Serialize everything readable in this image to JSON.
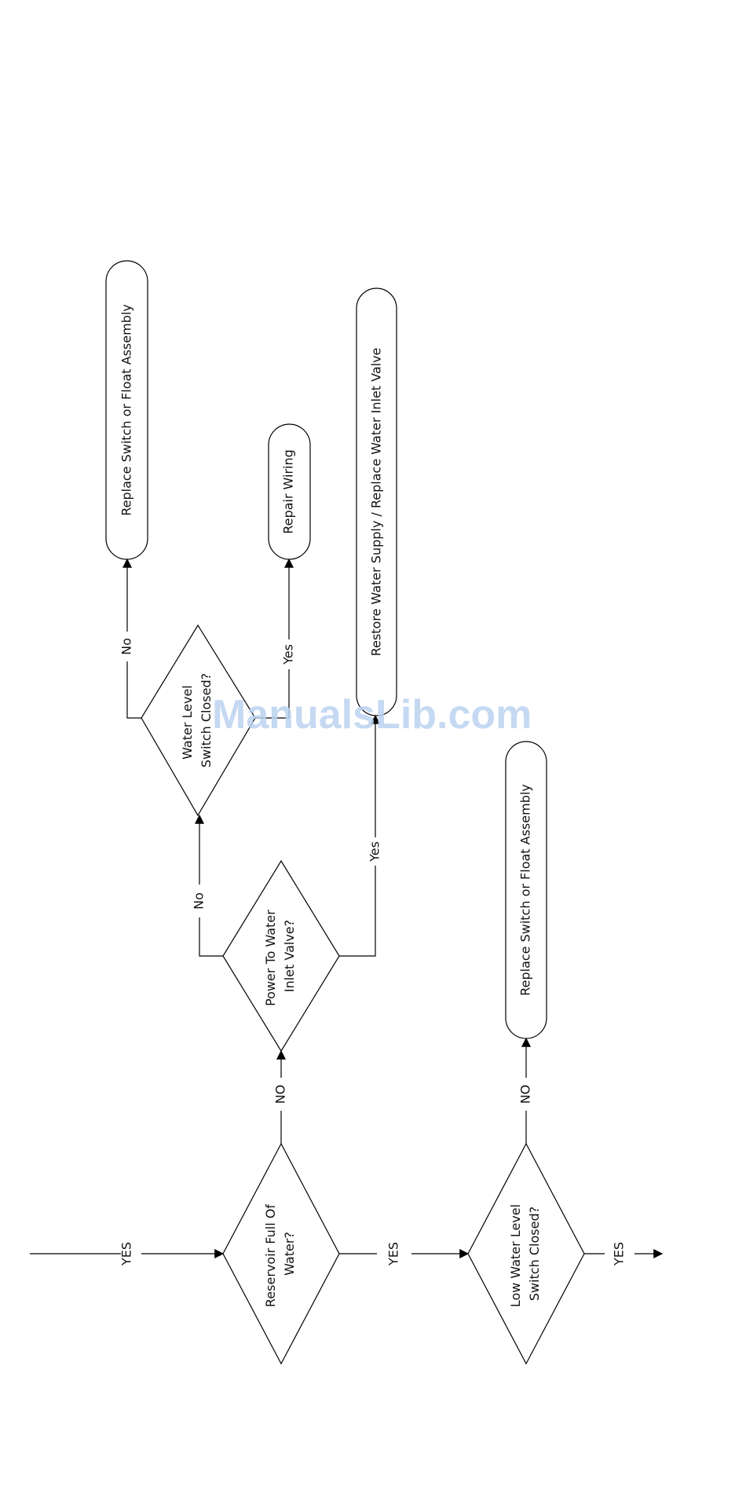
{
  "nodes": {
    "reservoir_full": {
      "line1": "Reservoir Full Of",
      "line2": "Water?"
    },
    "low_water_switch": {
      "line1": "Low Water Level",
      "line2": "Switch Closed?"
    },
    "power_to_valve": {
      "line1": "Power To Water",
      "line2": "Inlet Valve?"
    },
    "water_level_switch": {
      "line1": "Water Level",
      "line2": "Switch Closed?"
    },
    "replace_switch_top": {
      "label": "Replace Switch or Float Assembly"
    },
    "repair_wiring": {
      "label": "Repair Wiring"
    },
    "restore_water": {
      "label": "Restore Water Supply / Replace Water Inlet Valve"
    },
    "replace_switch_bottom": {
      "label": "Replace Switch or Float Assembly"
    }
  },
  "edges": {
    "entry_label": "YES",
    "reservoir_yes": "YES",
    "reservoir_no": "NO",
    "low_yes": "YES",
    "low_no": "NO",
    "power_no": "No",
    "power_yes": "Yes",
    "wl_no": "No",
    "wl_yes": "Yes"
  },
  "watermark": "ManualsLib.com",
  "colors": {
    "line": "#000000",
    "text": "#111111",
    "watermark": "#bcd3f0"
  }
}
